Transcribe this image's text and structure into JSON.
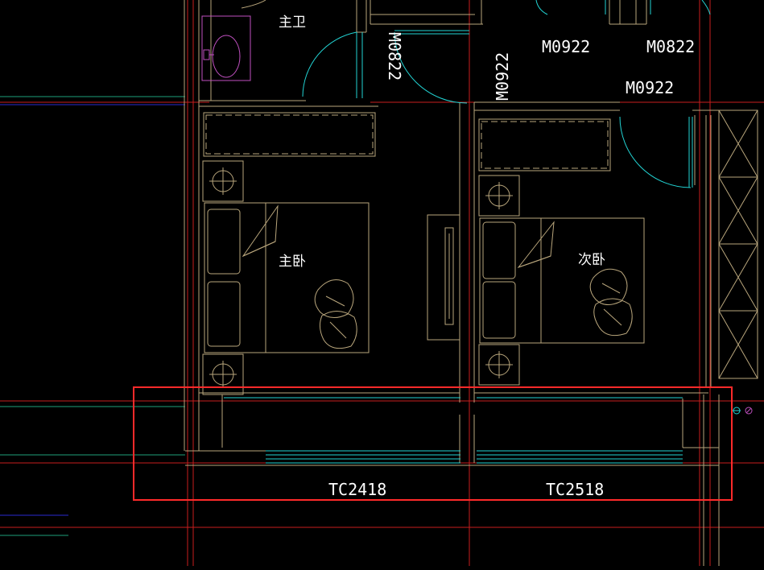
{
  "colors": {
    "background": "#000000",
    "wall": "#b9a67c",
    "axis": "#c81e1e",
    "door": "#22d3d3",
    "window": "#22d3d3",
    "fixture": "#c050c0",
    "text": "#ffffff",
    "highlight": "#ff2a2a",
    "green_line": "#1ea07a",
    "blue_line": "#2a2ad0"
  },
  "rooms": {
    "master_bath": "主卫",
    "master_bedroom": "主卧",
    "second_bedroom": "次卧"
  },
  "door_labels": {
    "bath_door": "M0822",
    "hall_door": "M0922",
    "top_right_door_1": "M0922",
    "top_right_door_2": "M0822",
    "lower_right_door": "M0922"
  },
  "window_labels": {
    "left_window": "TC2418",
    "right_window": "TC2518"
  },
  "icons": {
    "sink": "sink-icon",
    "lamp": "lamp-crosshair-icon",
    "bed": "bed-icon",
    "pillow": "pillow-icon",
    "wardrobe": "wardrobe-icon",
    "tv": "tv-cabinet-icon",
    "shaft": "shaft-icon",
    "drain": "floor-drain-icon"
  }
}
